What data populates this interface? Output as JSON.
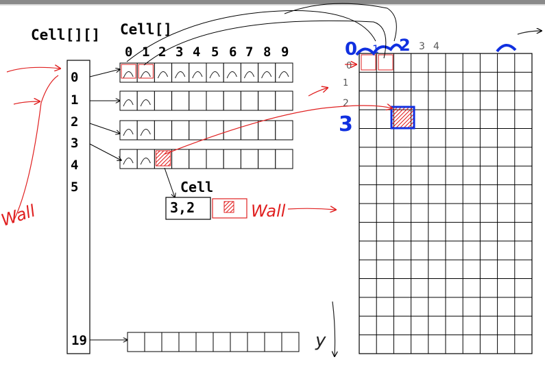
{
  "labels": {
    "outer_type": "Cell[][]",
    "inner_type": "Cell[]",
    "cell_type": "Cell",
    "cell_value": "3,2"
  },
  "column_indices": [
    "0",
    "1",
    "2",
    "3",
    "4",
    "5",
    "6",
    "7",
    "8",
    "9"
  ],
  "row_indices": [
    "0",
    "1",
    "2",
    "3",
    "4",
    "5"
  ],
  "last_row_index": "19",
  "annotations": {
    "wall_left": "Wall",
    "wall_right": "Wall",
    "grid_col_labels_blue": [
      "0",
      "1",
      "2"
    ],
    "grid_col_labels_black": [
      "3",
      "4"
    ],
    "grid_row_labels": [
      "0",
      "1",
      "2"
    ],
    "grid_row_label_blue": "3",
    "y_axis": "y"
  },
  "colors": {
    "ink": "#000000",
    "annotation_red": "#e02020",
    "annotation_blue": "#1030e0",
    "highlight_fill": "#e01010"
  }
}
